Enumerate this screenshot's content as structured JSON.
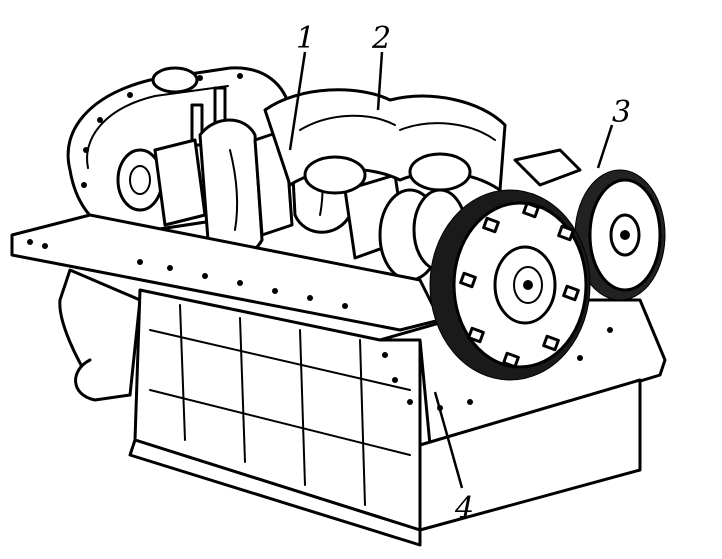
{
  "colors": {
    "ink": "#000000",
    "paper": "#ffffff"
  },
  "callouts": [
    {
      "id": "1",
      "label": "1"
    },
    {
      "id": "2",
      "label": "2"
    },
    {
      "id": "3",
      "label": "3"
    },
    {
      "id": "4",
      "label": "4"
    }
  ]
}
